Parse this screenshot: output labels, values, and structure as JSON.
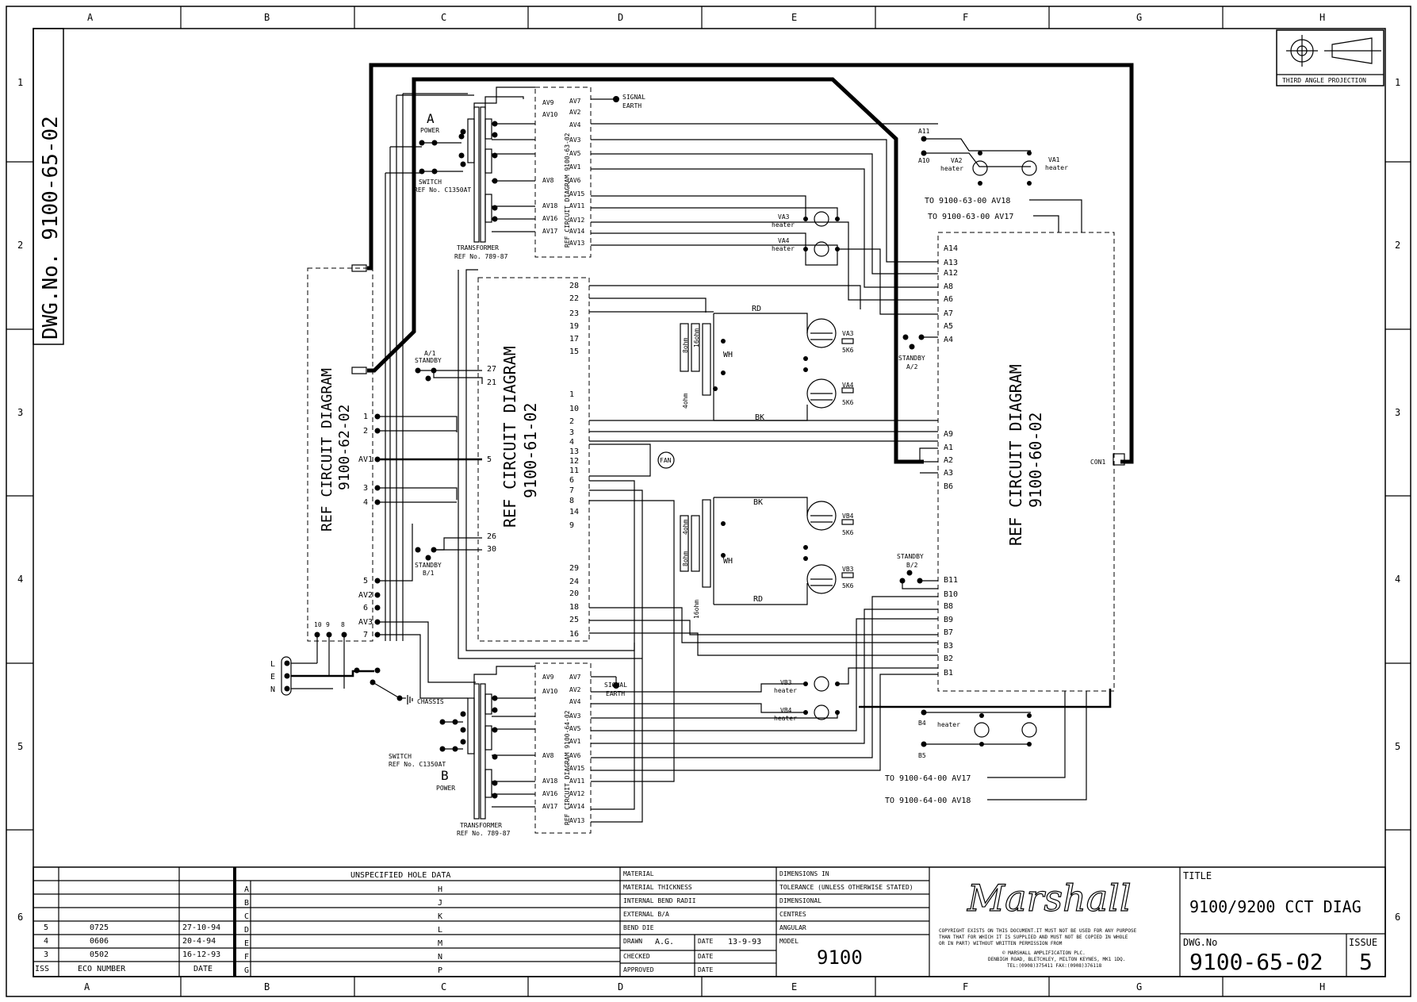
{
  "grid": {
    "cols": [
      "A",
      "B",
      "C",
      "D",
      "E",
      "F",
      "G",
      "H"
    ],
    "rows": [
      "1",
      "2",
      "3",
      "4",
      "5",
      "6"
    ]
  },
  "drawing_number_vertical": "DWG.No. 9100-65-02",
  "projection_label": "THIRD ANGLE PROJECTION",
  "ref_blocks": {
    "b62": [
      "REF CIRCUIT DIAGRAM",
      "9100-62-02"
    ],
    "b61": [
      "REF CIRCUIT DIAGRAM",
      "9100-61-02"
    ],
    "b60": [
      "REF CIRCUIT DIAGRAM",
      "9100-60-02"
    ],
    "b63": "REF CIRCUIT DIAGRAM 9100-63-02",
    "b64": "REF CIRCUIT DIAGRAM 9100-64-02"
  },
  "top_connector": {
    "left_pins": [
      "AV9",
      "AV10",
      "AV8",
      "AV18",
      "AV16",
      "AV17"
    ],
    "right_pins": [
      "AV7",
      "AV2",
      "AV4",
      "AV3",
      "AV5",
      "AV1",
      "AV6",
      "AV15",
      "AV11",
      "AV12",
      "AV14",
      "AV13"
    ],
    "signal_earth": [
      "SIGNAL",
      "EARTH"
    ]
  },
  "bottom_connector": {
    "left_pins": [
      "AV9",
      "AV10",
      "AV8",
      "AV18",
      "AV16",
      "AV17"
    ],
    "right_pins": [
      "AV7",
      "AV2",
      "AV4",
      "AV3",
      "AV5",
      "AV1",
      "AV6",
      "AV15",
      "AV11",
      "AV12",
      "AV14",
      "AV13"
    ],
    "signal_earth": [
      "SIGNAL",
      "EARTH"
    ]
  },
  "power_a": {
    "letter": "A",
    "label": "POWER",
    "switch": "SWITCH",
    "switch_ref": "REF No. C1350AT",
    "transformer": "TRANSFORMER",
    "transformer_ref": "REF No. 789-87"
  },
  "power_b": {
    "letter": "B",
    "label": "POWER",
    "switch": "SWITCH",
    "switch_ref": "REF No. C1350AT",
    "transformer": "TRANSFORMER",
    "transformer_ref": "REF No. 789-87"
  },
  "block62_pins": [
    "1",
    "2",
    "AV1",
    "3",
    "4",
    "5",
    "AV2",
    "6",
    "AV3",
    "7"
  ],
  "block62_bottom": [
    "10",
    "9",
    "8"
  ],
  "block61_pins_top": [
    "28",
    "22",
    "23",
    "19",
    "17",
    "15"
  ],
  "block61_pins_mid": [
    "1",
    "10",
    "2",
    "3",
    "4",
    "13",
    "12",
    "11",
    "6",
    "7",
    "8",
    "14",
    "9"
  ],
  "block61_pins_bottom": [
    "29",
    "24",
    "20",
    "18",
    "25",
    "16"
  ],
  "block61_left_pins": [
    "27",
    "21",
    "5",
    "26",
    "30"
  ],
  "block60_pins_top": [
    "A14",
    "A13",
    "A12",
    "A8",
    "A6",
    "A7",
    "A5",
    "A4"
  ],
  "block60_pins_mid": [
    "A9",
    "A1",
    "A2",
    "A3",
    "B6"
  ],
  "block60_pins_bottom": [
    "B11",
    "B10",
    "B8",
    "B9",
    "B7",
    "B3",
    "B2",
    "B1"
  ],
  "con1": "CON1",
  "standby": {
    "a1": [
      "A/1",
      "STANDBY"
    ],
    "b1": [
      "STANDBY",
      "B/1"
    ],
    "a2": [
      "STANDBY",
      "A/2"
    ],
    "b2": [
      "STANDBY",
      "B/2"
    ]
  },
  "mains": [
    "L",
    "E",
    "N"
  ],
  "chassis": "CHASSIS",
  "fan": "FAN",
  "heaters": {
    "va2": [
      "VA2",
      "heater"
    ],
    "va1": [
      "VA1",
      "heater"
    ],
    "va3": [
      "VA3",
      "heater"
    ],
    "va4": [
      "VA4",
      "heater"
    ],
    "vb3": [
      "VB3",
      "heater"
    ],
    "vb4": [
      "VB4",
      "heater"
    ],
    "b4": "B4",
    "b4heater": "heater",
    "b5": "B5",
    "a11": "A11",
    "a10": "A10"
  },
  "to_refs": [
    "TO 9100-63-00 AV18",
    "TO 9100-63-00 AV17",
    "TO 9100-64-00 AV17",
    "TO 9100-64-00 AV18"
  ],
  "tubes": {
    "va3": [
      "VA3",
      "5K6"
    ],
    "va4": [
      "VA4",
      "5K6"
    ],
    "vb4": [
      "VB4",
      "5K6"
    ],
    "vb3": [
      "VB3",
      "5K6"
    ]
  },
  "output_a": {
    "taps": [
      "8ohm",
      "16ohm",
      "4ohm"
    ],
    "rd": "RD",
    "wh": "WH",
    "bk": "BK"
  },
  "output_b": {
    "taps": [
      "4ohm",
      "8ohm",
      "16ohm"
    ],
    "rd": "RD",
    "wh": "WH",
    "bk": "BK"
  },
  "title_block": {
    "hole_header": "UNSPECIFIED HOLE DATA",
    "hole_left": [
      "A",
      "B",
      "C",
      "D",
      "E",
      "F",
      "G"
    ],
    "hole_right": [
      "H",
      "J",
      "K",
      "L",
      "M",
      "N",
      "P"
    ],
    "eco_rows": [
      {
        "iss": "5",
        "eco": "0725",
        "date": "27-10-94"
      },
      {
        "iss": "4",
        "eco": "0606",
        "date": "20-4-94"
      },
      {
        "iss": "3",
        "eco": "0502",
        "date": "16-12-93"
      }
    ],
    "eco_header": {
      "iss": "ISS",
      "eco": "ECO NUMBER",
      "date": "DATE"
    },
    "material_fields": [
      "MATERIAL",
      "MATERIAL THICKNESS",
      "INTERNAL BEND RADII",
      "EXTERNAL B/A",
      "BEND DIE"
    ],
    "drawn_label": "DRAWN",
    "drawn_by": "A.G.",
    "date_label": "DATE",
    "drawn_date": "13-9-93",
    "checked_label": "CHECKED",
    "approved_label": "APPROVED",
    "dims_fields": [
      "DIMENSIONS IN",
      "TOLERANCE (UNLESS OTHERWISE STATED)",
      "DIMENSIONAL",
      "CENTRES",
      "ANGULAR"
    ],
    "model_label": "MODEL",
    "model": "9100",
    "logo": "Marshall",
    "copyright": [
      "COPYRIGHT EXISTS ON THIS DOCUMENT.IT MUST NOT BE USED FOR ANY PURPOSE",
      "THAN THAT FOR WHICH IT IS SUPPLIED AND MUST NOT BE COPIED   IN WHOLE",
      "OR IN PART) WITHOUT WRITTEN PERMISSION FROM",
      "© MARSHALL AMPLIFICATION PLC.",
      "DENBIGH ROAD, BLETCHLEY, MILTON KEYNES, MK1 1DQ.",
      "TEL:(0908)375411 FAX:(0908)376118"
    ],
    "title_label": "TITLE",
    "title": "9100/9200 CCT DIAG",
    "dwg_label": "DWG.No",
    "dwg_no": "9100-65-02",
    "issue_label": "ISSUE",
    "issue": "5"
  }
}
